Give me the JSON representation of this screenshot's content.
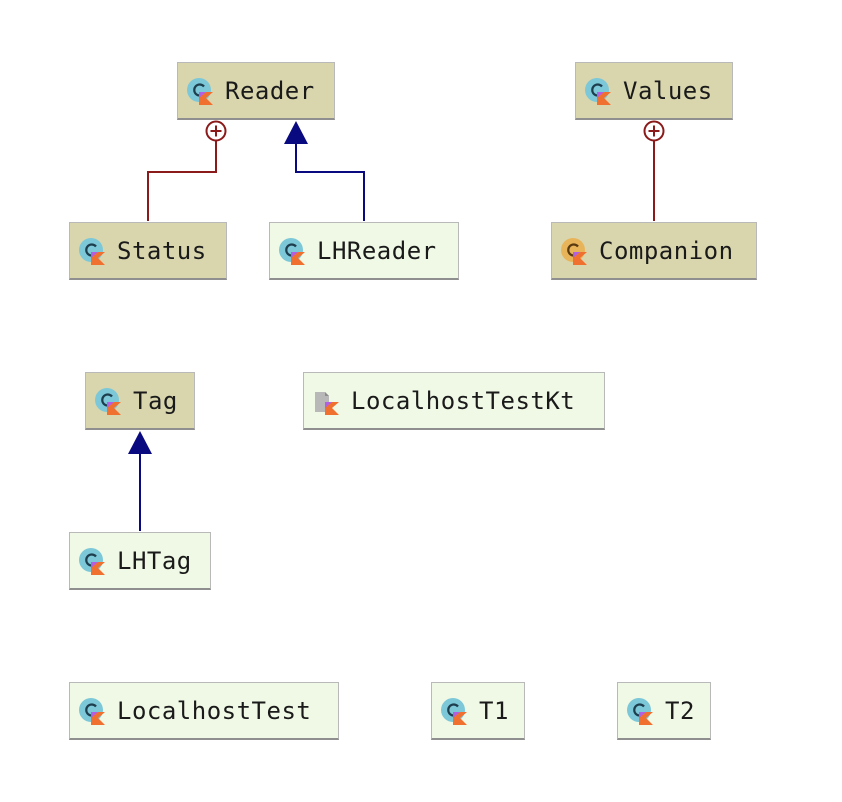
{
  "diagram": {
    "nodes": {
      "reader": {
        "label": "Reader",
        "kind": "class",
        "style": "abstract",
        "icon": "kotlin-class-icon"
      },
      "values": {
        "label": "Values",
        "kind": "class",
        "style": "abstract",
        "icon": "kotlin-class-icon"
      },
      "status": {
        "label": "Status",
        "kind": "class",
        "style": "abstract",
        "icon": "kotlin-class-icon"
      },
      "lhreader": {
        "label": "LHReader",
        "kind": "class",
        "style": "concrete",
        "icon": "kotlin-class-icon"
      },
      "companion": {
        "label": "Companion",
        "kind": "object",
        "style": "abstract",
        "icon": "kotlin-object-icon"
      },
      "tag": {
        "label": "Tag",
        "kind": "interface",
        "style": "abstract",
        "icon": "kotlin-class-icon"
      },
      "localhosttestkt": {
        "label": "LocalhostTestKt",
        "kind": "file",
        "style": "concrete",
        "icon": "kotlin-file-icon"
      },
      "lhtag": {
        "label": "LHTag",
        "kind": "class",
        "style": "concrete",
        "icon": "kotlin-class-icon"
      },
      "localhosttest": {
        "label": "LocalhostTest",
        "kind": "class",
        "style": "concrete",
        "icon": "kotlin-class-icon"
      },
      "t1": {
        "label": "T1",
        "kind": "class",
        "style": "concrete",
        "icon": "kotlin-class-icon"
      },
      "t2": {
        "label": "T2",
        "kind": "class",
        "style": "concrete",
        "icon": "kotlin-class-icon"
      }
    },
    "edges": [
      {
        "from": "Status",
        "to": "Reader",
        "type": "nested"
      },
      {
        "from": "LHReader",
        "to": "Reader",
        "type": "inheritance"
      },
      {
        "from": "Companion",
        "to": "Values",
        "type": "nested"
      },
      {
        "from": "LHTag",
        "to": "Tag",
        "type": "inheritance"
      }
    ],
    "colors": {
      "abstract_fill": "#d9d6ae",
      "concrete_fill": "#f0f9e6",
      "nested_edge": "#8b1a1a",
      "inheritance_edge": "#0a0a80",
      "class_icon": "#7cc8d8",
      "object_icon": "#e8b45a",
      "kotlin_badge": "#f07030"
    }
  }
}
